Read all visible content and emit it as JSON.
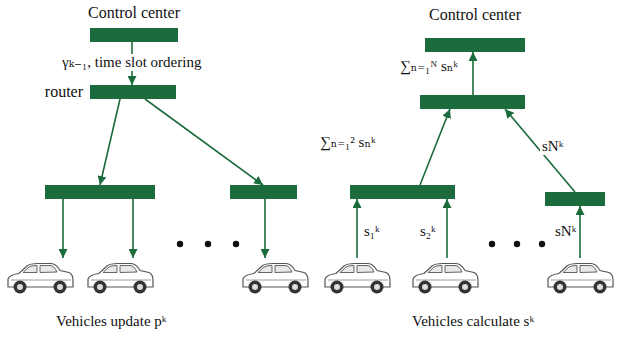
{
  "diagram": {
    "nodes": [
      {
        "text": [
          "Control center"
        ]
      },
      {
        "text": [
          "router"
        ]
      },
      {
        "text": []
      },
      {
        "text": []
      },
      {
        "text": []
      },
      {
        "text": []
      },
      {
        "text": []
      },
      {
        "text": [
          "Control center"
        ]
      },
      {
        "text": []
      },
      {
        "text": []
      },
      {
        "text": []
      },
      {
        "text": []
      },
      {
        "text": []
      },
      {
        "text": []
      }
    ],
    "edges": [
      {
        "from": 0,
        "to": 1,
        "label": "γₖ₋₁, time slot ordering",
        "arrow": "to"
      },
      {
        "from": 1,
        "to": 2,
        "arrow": "to"
      },
      {
        "from": 1,
        "to": 3,
        "arrow": "to"
      },
      {
        "from": 2,
        "to": 4,
        "arrow": "to"
      },
      {
        "from": 2,
        "to": 5,
        "arrow": "to"
      },
      {
        "from": 3,
        "to": 6,
        "arrow": "to"
      },
      {
        "from": 8,
        "to": 7,
        "label": "∑ₙ₌₁ᴺ sₙᵏ",
        "arrow": "to"
      },
      {
        "from": 9,
        "to": 8,
        "label": "∑ₙ₌₁² sₙᵏ",
        "arrow": "to"
      },
      {
        "from": 10,
        "to": 8,
        "label": "sNᵏ",
        "arrow": "to"
      },
      {
        "from": 11,
        "to": 9,
        "label": "s₁ᵏ",
        "arrow": "to"
      },
      {
        "from": 12,
        "to": 9,
        "label": "s₂ᵏ",
        "arrow": "to"
      },
      {
        "from": 13,
        "to": 10,
        "label": "sNᵏ",
        "arrow": "to"
      }
    ],
    "labels": [
      "Vehicles update pᵏ",
      "Vehicles calculate sᵏ"
    ]
  }
}
